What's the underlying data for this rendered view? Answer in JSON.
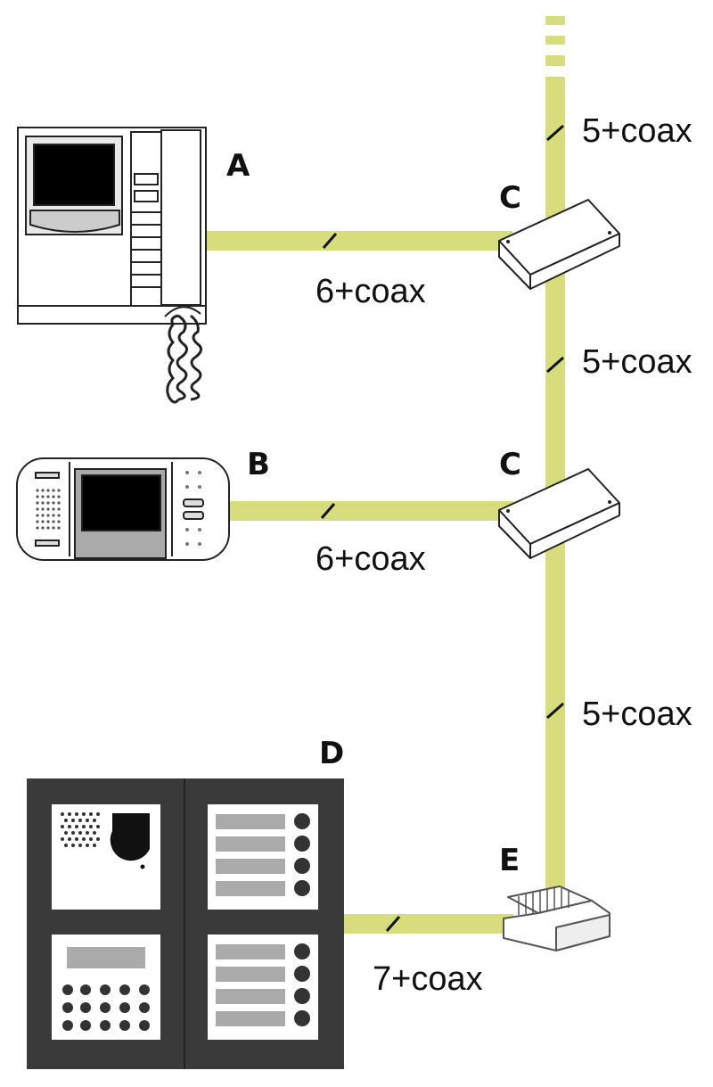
{
  "colors": {
    "cable": "#d7dd7c",
    "outline": "#222222",
    "device_fill": "#ffffff",
    "screen": "#000000",
    "panel_dark": "#3a3a3a",
    "panel_light": "#cccccc"
  },
  "labels": {
    "a": "A",
    "b": "B",
    "c_top": "C",
    "c_bottom": "C",
    "d": "D",
    "e": "E"
  },
  "cables": {
    "riser_top": "5+coax",
    "riser_mid": "5+coax",
    "riser_bottom": "5+coax",
    "branch_a": "6+coax",
    "branch_b": "6+coax",
    "branch_d": "7+coax"
  }
}
